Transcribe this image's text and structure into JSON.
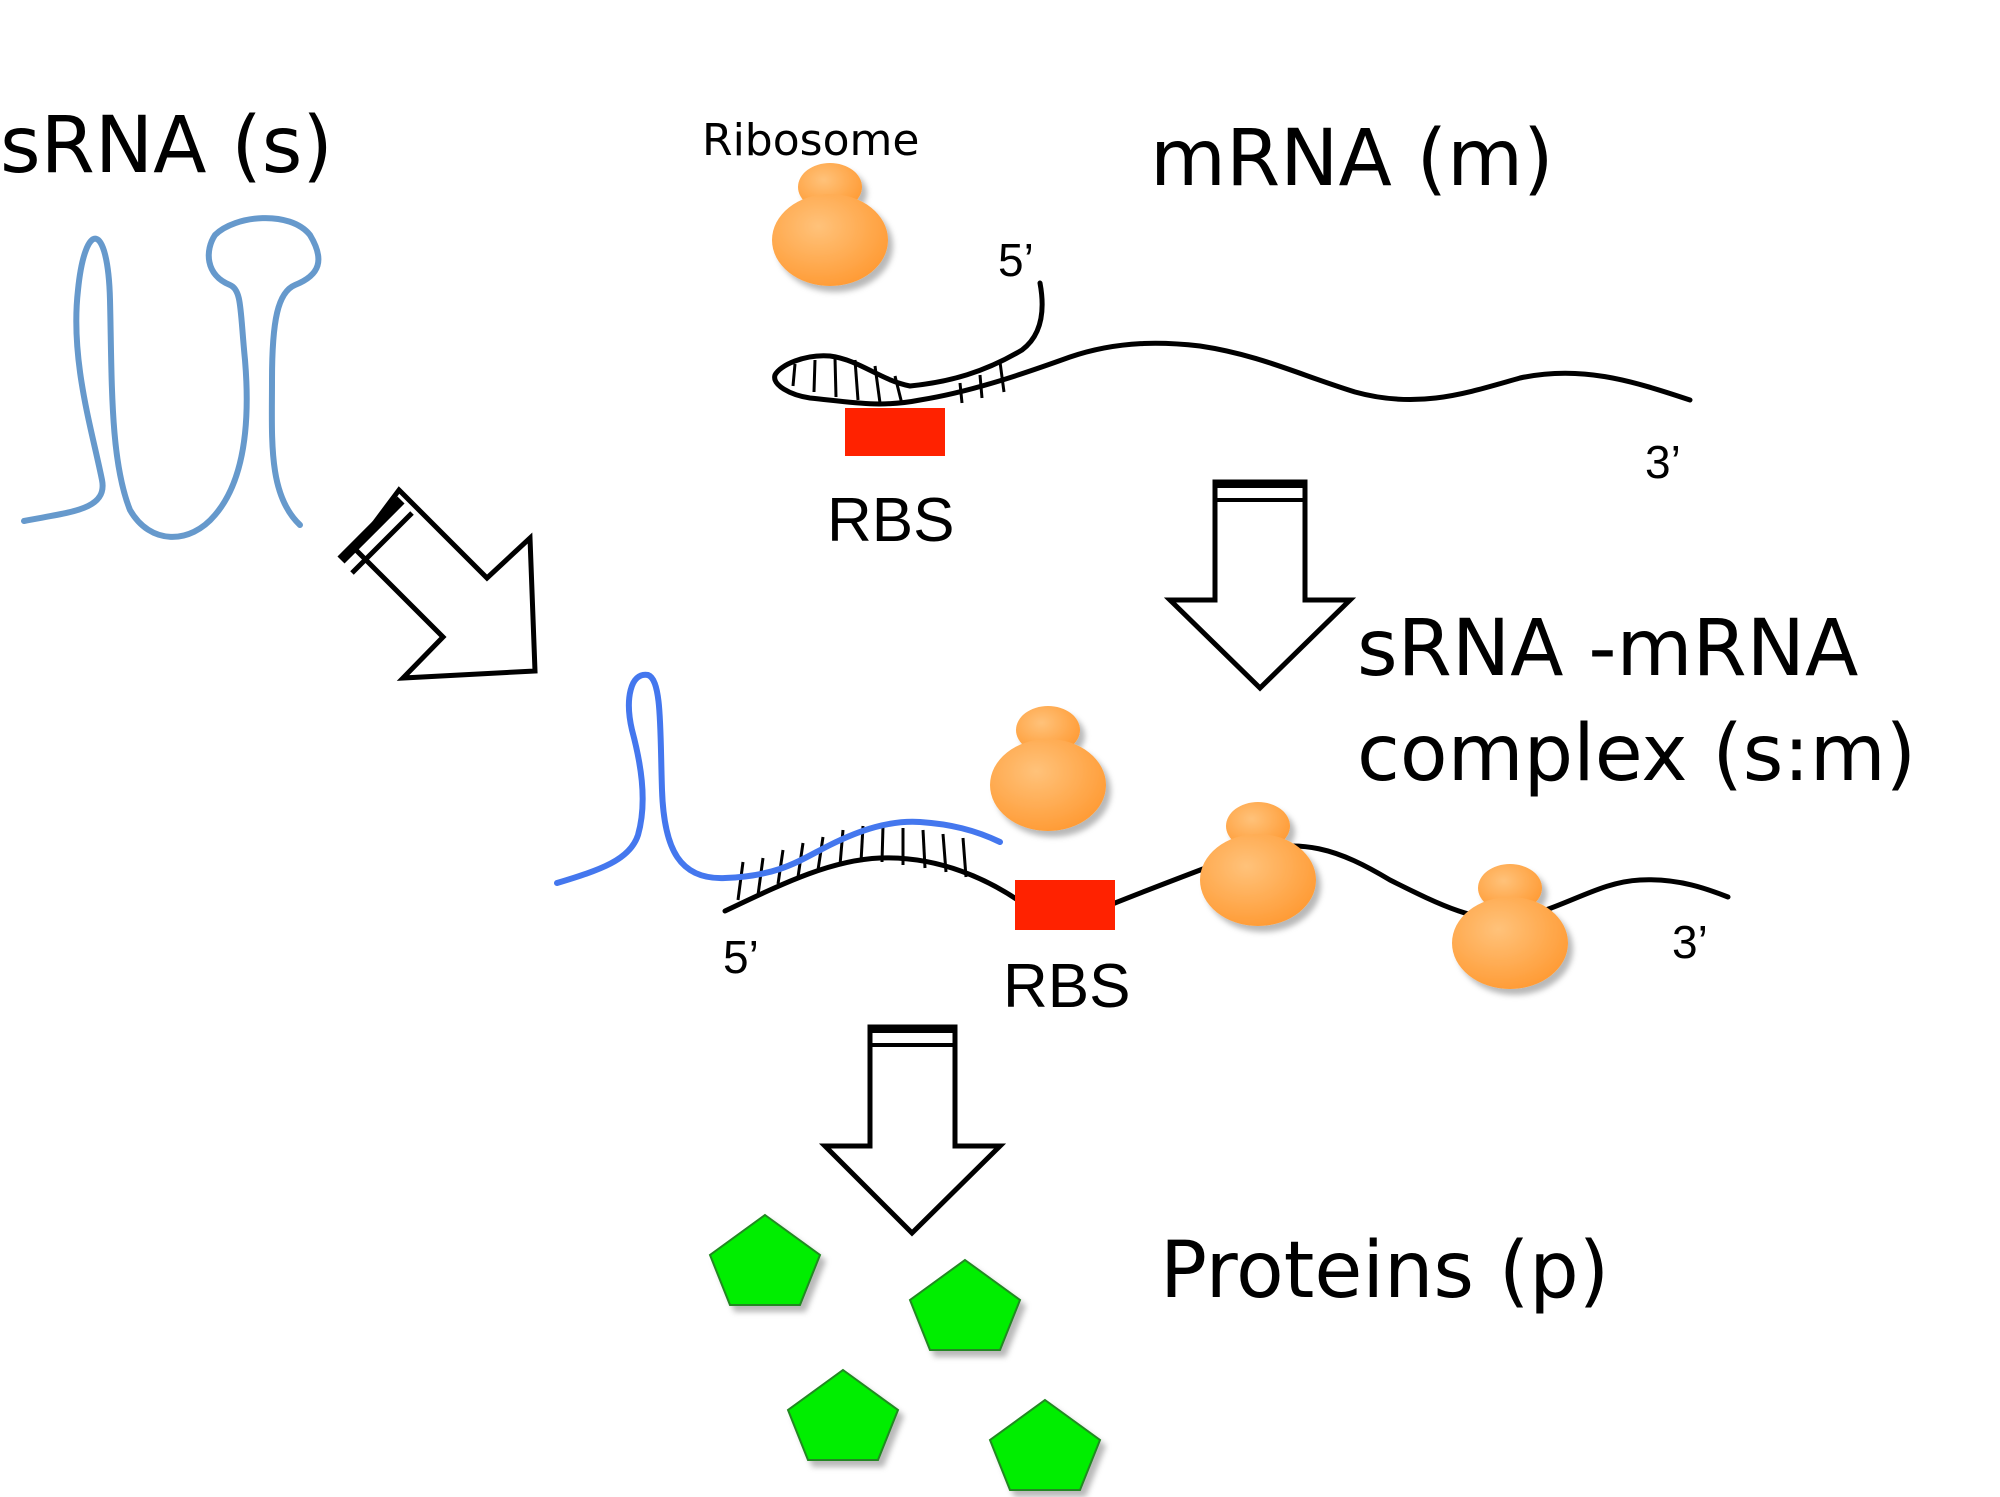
{
  "labels": {
    "srna": "sRNA (s)",
    "ribosome": "Ribosome",
    "mrna": "mRNA (m)",
    "complex_line1": "sRNA -mRNA",
    "complex_line2": "complex (s:m)",
    "proteins": "Proteins (p)",
    "rbs_top": "RBS",
    "rbs_bottom": "RBS",
    "five_prime_top": "5’",
    "three_prime_top": "3’",
    "five_prime_bottom": "5’",
    "three_prime_bottom": "3’"
  },
  "colors": {
    "srna_free": "#6699cc",
    "srna_bound": "#4477ee",
    "mrna": "#000000",
    "rbs": "#ff2200",
    "ribosome": "#ffaa55",
    "protein": "#00ee00"
  }
}
